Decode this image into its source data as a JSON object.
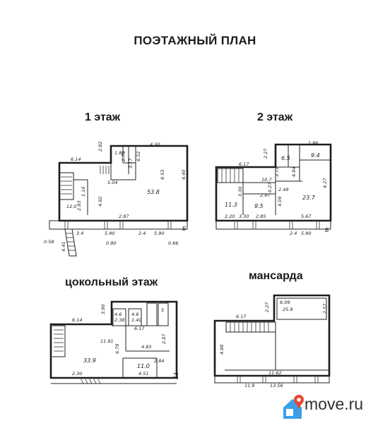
{
  "title": "ПОЭТАЖНЫЙ ПЛАН",
  "floors": {
    "first": {
      "label": "1 этаж",
      "dims": [
        "6.14",
        "2.82",
        "1.82",
        "4.30",
        "2.75",
        "4.40",
        "3.17",
        "6.52",
        "5.04",
        "8.53",
        "1.16",
        "53.8",
        "4.92",
        "2.83",
        "12.0",
        "2.87",
        "3.4",
        "5.90",
        "2.4",
        "5.90",
        "4.41",
        "0.90",
        "0.66",
        "0.58",
        "Б"
      ]
    },
    "second": {
      "label": "2 этаж",
      "dims": [
        "6.17",
        "2.27",
        "1.86",
        "6.5",
        "9.4",
        "4.27",
        "3.71",
        "10.7",
        "4.94",
        "2.49",
        "6.27",
        "11.3",
        "3.30",
        "2.97",
        "9.5",
        "4.09",
        "2.85",
        "23.7",
        "2.20",
        "3.30",
        "5.67",
        "2.4",
        "5.90",
        "Б"
      ]
    },
    "basement": {
      "label": "цокольный этаж",
      "dims": [
        "6.14",
        "3.90",
        "4.6",
        "2.38",
        "4.8",
        "1.40",
        "5",
        "6.17",
        "11.91",
        "2.87",
        "33.9",
        "6.78",
        "4.83",
        "2.84",
        "11.0",
        "4.51",
        "2.30",
        "Б1"
      ]
    },
    "attic": {
      "label": "мансарда",
      "dims": [
        "6.09",
        "25.9",
        "6.17",
        "2.27",
        "2.57",
        "11.82",
        "13.56",
        "11.9",
        "4.88"
      ]
    }
  },
  "brand": {
    "logo_text": "move.ru",
    "house_color": "#3aa0e8",
    "pin_color": "#e8472e",
    "text_color": "#2f3236"
  }
}
